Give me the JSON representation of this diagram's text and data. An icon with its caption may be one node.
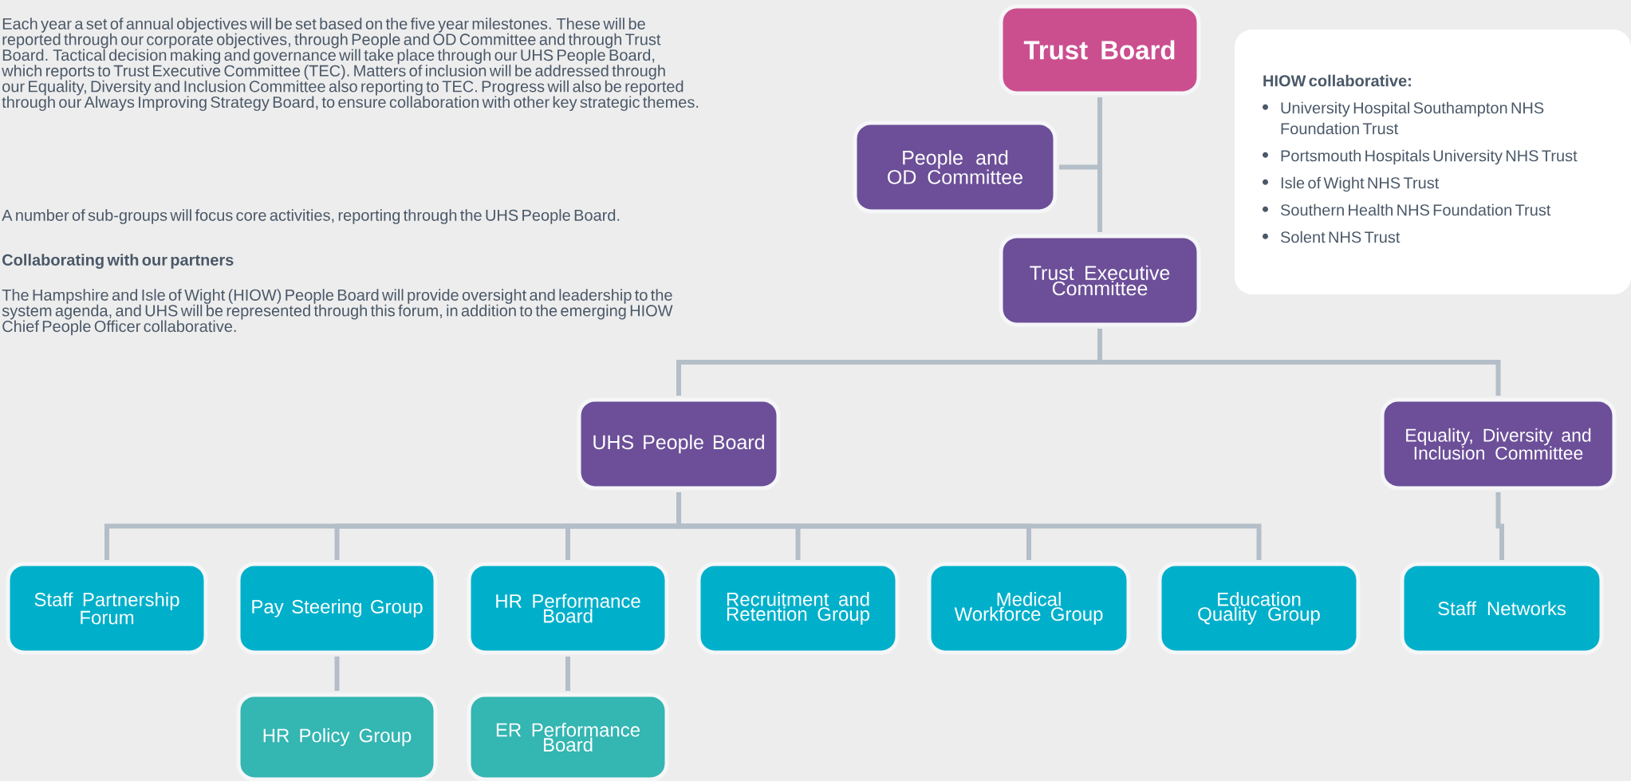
{
  "diagram": {
    "nodes": [
      {
        "text": [
          "Trust Board"
        ]
      },
      {
        "text": [
          "People and OD Committee"
        ]
      },
      {
        "text": [
          "Trust Executive Committee"
        ]
      },
      {
        "text": [
          "HIOW collaborative:",
          "University Hospital Southampton NHS Foundation Trust",
          "Portsmouth Hospitals University NHS Trust",
          "Isle of Wight NHS Trust",
          "Southern Health NHS Foundation Trust",
          "Solent NHS Trust"
        ]
      },
      {
        "text": [
          "UHS People Board"
        ]
      },
      {
        "text": [
          "Equality, Diversity and Inclusion Committee"
        ]
      },
      {
        "text": [
          "Staff Partnership Forum"
        ]
      },
      {
        "text": [
          "Pay Steering Group"
        ]
      },
      {
        "text": [
          "HR Performance Board"
        ]
      },
      {
        "text": [
          "Recruitment and Retention Group"
        ]
      },
      {
        "text": [
          "Medical Workforce Group"
        ]
      },
      {
        "text": [
          "Education Quality Group"
        ]
      },
      {
        "text": [
          "Staff Networks"
        ]
      },
      {
        "text": [
          "HR Policy Group"
        ]
      },
      {
        "text": [
          "ER Performance Board"
        ]
      }
    ],
    "edges": [
      {
        "from": 1,
        "to": 0,
        "arrow": "none"
      },
      {
        "from": 0,
        "to": 2,
        "arrow": "none"
      },
      {
        "from": 2,
        "to": 4,
        "arrow": "none"
      },
      {
        "from": 2,
        "to": 5,
        "arrow": "none"
      },
      {
        "from": 4,
        "to": 6,
        "arrow": "none"
      },
      {
        "from": 4,
        "to": 7,
        "arrow": "none"
      },
      {
        "from": 4,
        "to": 8,
        "arrow": "none"
      },
      {
        "from": 4,
        "to": 9,
        "arrow": "none"
      },
      {
        "from": 4,
        "to": 10,
        "arrow": "none"
      },
      {
        "from": 4,
        "to": 11,
        "arrow": "none"
      },
      {
        "from": 5,
        "to": 12,
        "arrow": "none"
      },
      {
        "from": 7,
        "to": 13,
        "arrow": "none"
      },
      {
        "from": 8,
        "to": 14,
        "arrow": "none"
      }
    ],
    "labels": [
      "Each year a set of annual objectives will be set based on the five year milestones. These will be reported through our corporate objectives, through People and OD Committee and through Trust Board. Tactical decision making and governance will take place through our UHS People Board, which reports to Trust Executive Committee (TEC). Matters of inclusion will be addressed through our Equality, Diversity and Inclusion Committee also reporting to TEC. Progress will also be reported through our Always Improving Strategy Board, to ensure collaboration with other key strategic themes.",
      "A number of sub-groups will focus core activities, reporting through the UHS People Board.",
      "Collaborating with our partners",
      "The Hampshire and Isle of Wight (HIOW) People Board will provide oversight and leadership to the system agenda, and UHS will be represented through this forum, in addition to the emerging HIOW Chief People Officer collaborative."
    ]
  }
}
